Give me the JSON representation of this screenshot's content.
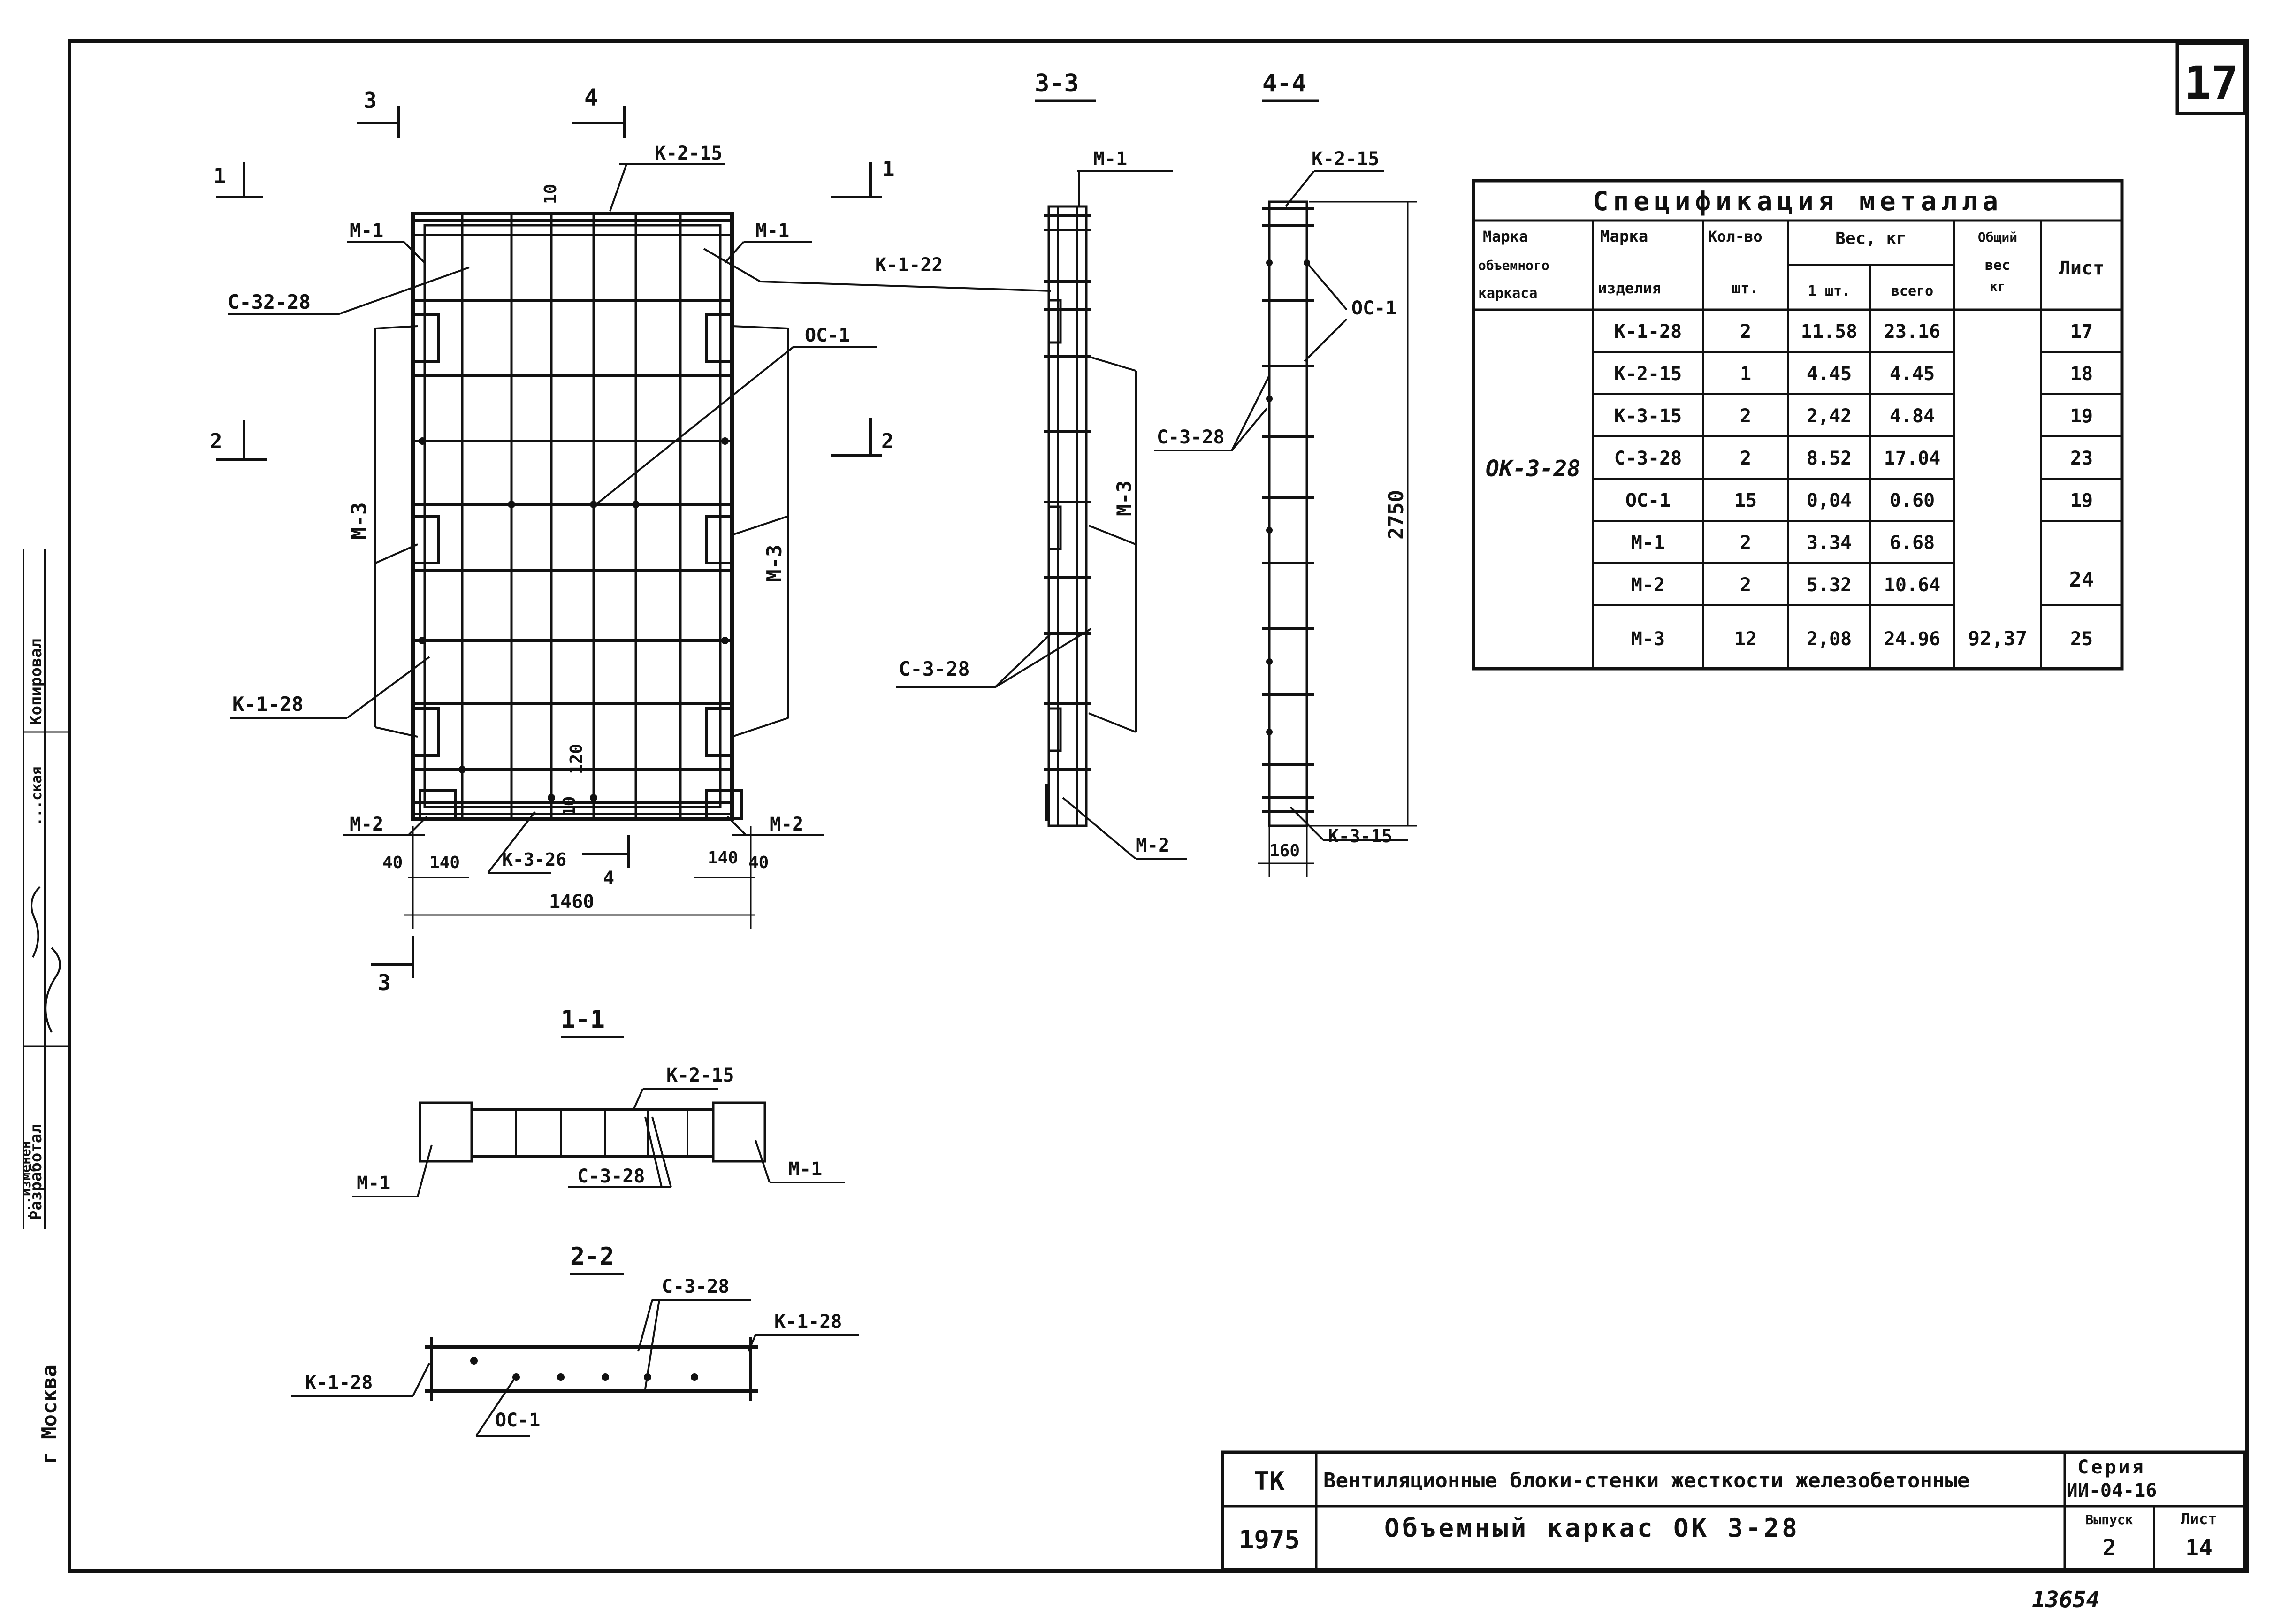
{
  "sheet_number": "17",
  "page_note": "13654",
  "left_margin": {
    "city": "г Москва",
    "developed": "Разработал",
    "copied": "Копировал",
    "copied_prefix": "...ская",
    "changes": "...изменен"
  },
  "sections": {
    "s33": "3-3",
    "s44": "4-4",
    "s11": "1-1",
    "s22": "2-2"
  },
  "plan_view": {
    "marker_3_top": "3",
    "marker_4_top": "4",
    "marker_1_left": "1",
    "marker_1_right": "1",
    "marker_2_left": "2",
    "marker_2_right": "2",
    "marker_4_bottom": "4",
    "marker_3_bottom": "3",
    "label_k215": "К-2-15",
    "dim_10_top": "10",
    "label_m1_left": "М-1",
    "label_m1_right": "М-1",
    "label_c3228": "С-32-28",
    "label_k122": "К-1-22",
    "label_oc1": "ОС-1",
    "label_m3_left": "М-3",
    "label_m3_right": "М-3",
    "label_k128": "К-1-28",
    "dim_120": "120",
    "dim_10_bottom": "10",
    "label_m2_left": "М-2",
    "label_m2_right": "М-2",
    "label_k326": "К-3-26",
    "dim_40_a": "40",
    "dim_140_a": "140",
    "dim_140_b": "140",
    "dim_40_b": "40",
    "dim_1460": "1460"
  },
  "view33": {
    "label_m1": "М-1",
    "label_m3": "М-3",
    "label_c328": "С-3-28",
    "label_m2": "М-2"
  },
  "view44": {
    "label_k215": "К-2-15",
    "label_oc1": "ОС-1",
    "label_c328": "С-3-28",
    "dim_2750": "2750",
    "dim_160": "160",
    "label_k315": "К-3-15"
  },
  "section11": {
    "label_k215": "К-2-15",
    "label_m1_left": "М-1",
    "label_c328": "С-3-28",
    "label_m1_right": "М-1"
  },
  "section22": {
    "label_c328": "С-3-28",
    "label_k128_right": "К-1-28",
    "label_k128_left": "К-1-28",
    "label_oc1": "ОС-1"
  },
  "spec_table": {
    "title": "Спецификация металла",
    "h_frame_mark_1": "Марка",
    "h_frame_mark_2": "объемного",
    "h_frame_mark_3": "каркаса",
    "h_item_mark_1": "Марка",
    "h_item_mark_2": "изделия",
    "h_qty_1": "Кол-во",
    "h_qty_2": "шт.",
    "h_weight": "Вес, кг",
    "h_weight_unit": "1 шт.",
    "h_weight_total": "всего",
    "h_total_1": "Общий",
    "h_total_2": "вес",
    "h_total_3": "кг",
    "h_sheet": "Лист",
    "frame_mark": "ОК-3-28",
    "total_weight": "92,37",
    "rows": [
      {
        "mark": "К-1-28",
        "qty": "2",
        "unit": "11.58",
        "total": "23.16",
        "sheet": "17"
      },
      {
        "mark": "К-2-15",
        "qty": "1",
        "unit": "4.45",
        "total": "4.45",
        "sheet": "18"
      },
      {
        "mark": "К-3-15",
        "qty": "2",
        "unit": "2,42",
        "total": "4.84",
        "sheet": "19"
      },
      {
        "mark": "С-3-28",
        "qty": "2",
        "unit": "8.52",
        "total": "17.04",
        "sheet": "23"
      },
      {
        "mark": "ОС-1",
        "qty": "15",
        "unit": "0,04",
        "total": "0.60",
        "sheet": "19"
      },
      {
        "mark": "М-1",
        "qty": "2",
        "unit": "3.34",
        "total": "6.68",
        "sheet": ""
      },
      {
        "mark": "М-2",
        "qty": "2",
        "unit": "5.32",
        "total": "10.64",
        "sheet": ""
      },
      {
        "mark": "М-3",
        "qty": "12",
        "unit": "2,08",
        "total": "24.96",
        "sheet": "25"
      }
    ],
    "merged_sheet_m1_m2": "24"
  },
  "title_block": {
    "org": "ТК",
    "year": "1975",
    "project": "Вентиляционные блоки-стенки жесткости железобетонные",
    "sheet_title": "Объемный каркас ОК 3-28",
    "series_label": "Серия",
    "series_value": "ИИ-04-16",
    "issue_label": "Выпуск",
    "issue_value": "2",
    "sheet_label": "Лист",
    "sheet_value": "14"
  }
}
